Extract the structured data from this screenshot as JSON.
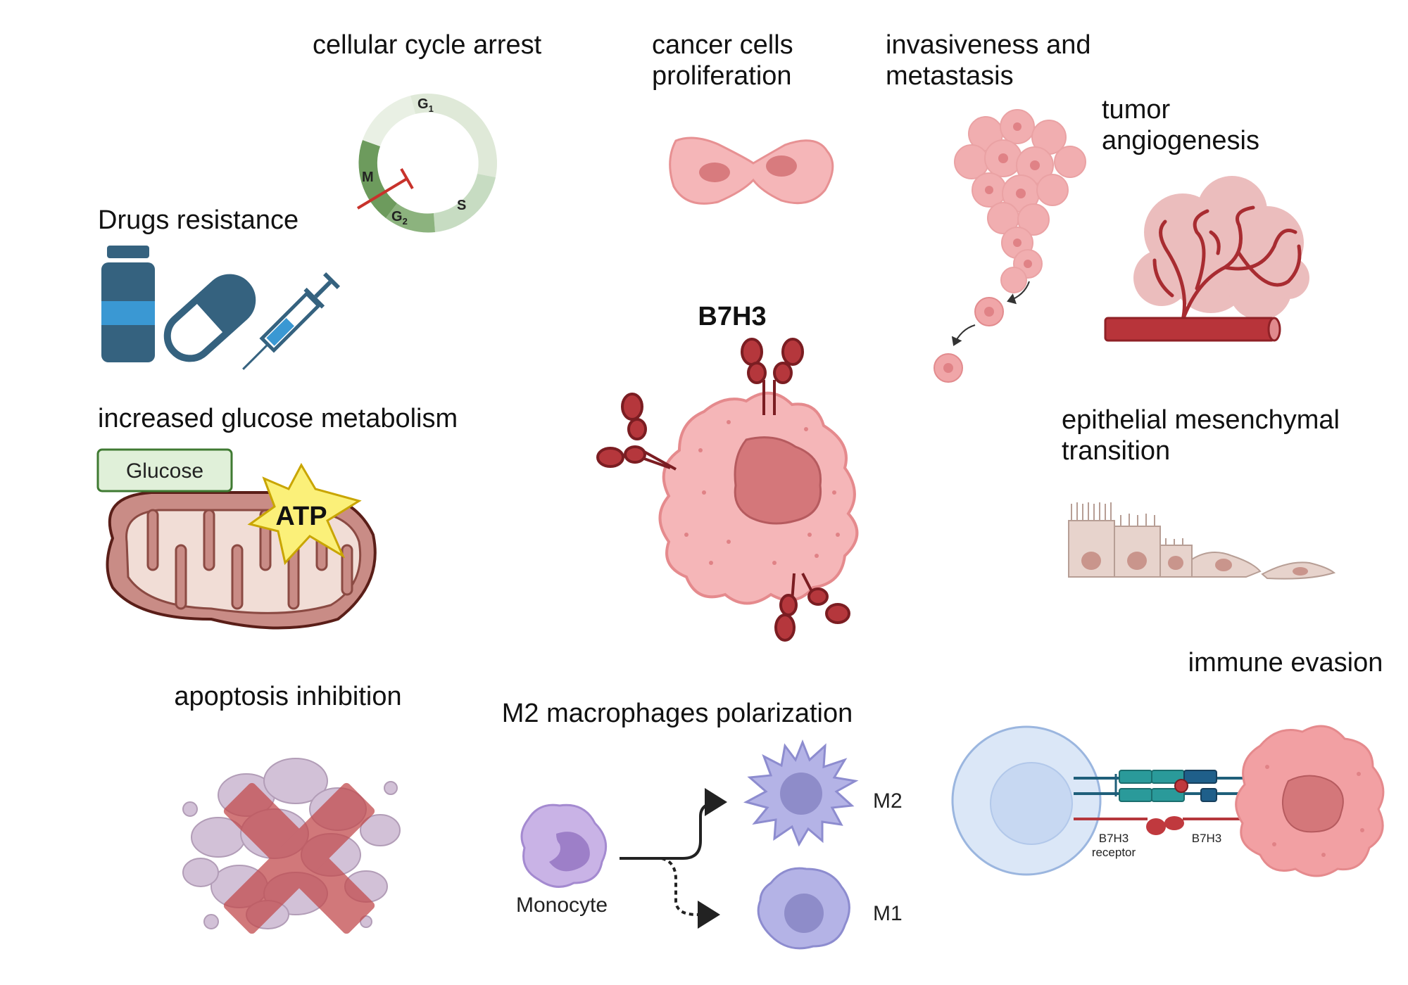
{
  "center": {
    "title": "B7H3"
  },
  "labels": {
    "cell_cycle": "cellular cycle arrest",
    "proliferation": [
      "cancer cells",
      "proliferation"
    ],
    "invasiveness": [
      " invasiveness and",
      "metastasis"
    ],
    "angiogenesis": [
      "tumor",
      "angiogenesis"
    ],
    "drugs": "Drugs resistance",
    "glucose": "increased glucose metabolism",
    "emt": [
      "epithelial mesenchymal",
      "transition"
    ],
    "immune": "immune evasion",
    "apoptosis": "apoptosis inhibition",
    "macrophages": "M2 macrophages polarization"
  },
  "cell_cycle_phases": {
    "g1": "G",
    "g1_sub": "1",
    "s": "S",
    "g2": "G",
    "g2_sub": "2",
    "m": "M"
  },
  "glucose_box": "Glucose",
  "atp": "ATP",
  "macrophage_panel": {
    "monocyte": "Monocyte",
    "m2": "M2",
    "m1": "M1"
  },
  "immune_panel": {
    "receptor_line1": "B7H3",
    "receptor_line2": "receptor",
    "ligand": "B7H3"
  },
  "colors": {
    "cancer_cell": "#f5b6b8",
    "nucleus": "#d4777a",
    "receptor": "#b5373c",
    "vessel": "#a82c31",
    "drug_blue": "#35627f",
    "mito": "#c98c86",
    "macrophage": "#b4b3e6",
    "monocyte": "#c9b3e6",
    "t_cell": "#c7d8f2",
    "teal": "#2a9a9a"
  }
}
